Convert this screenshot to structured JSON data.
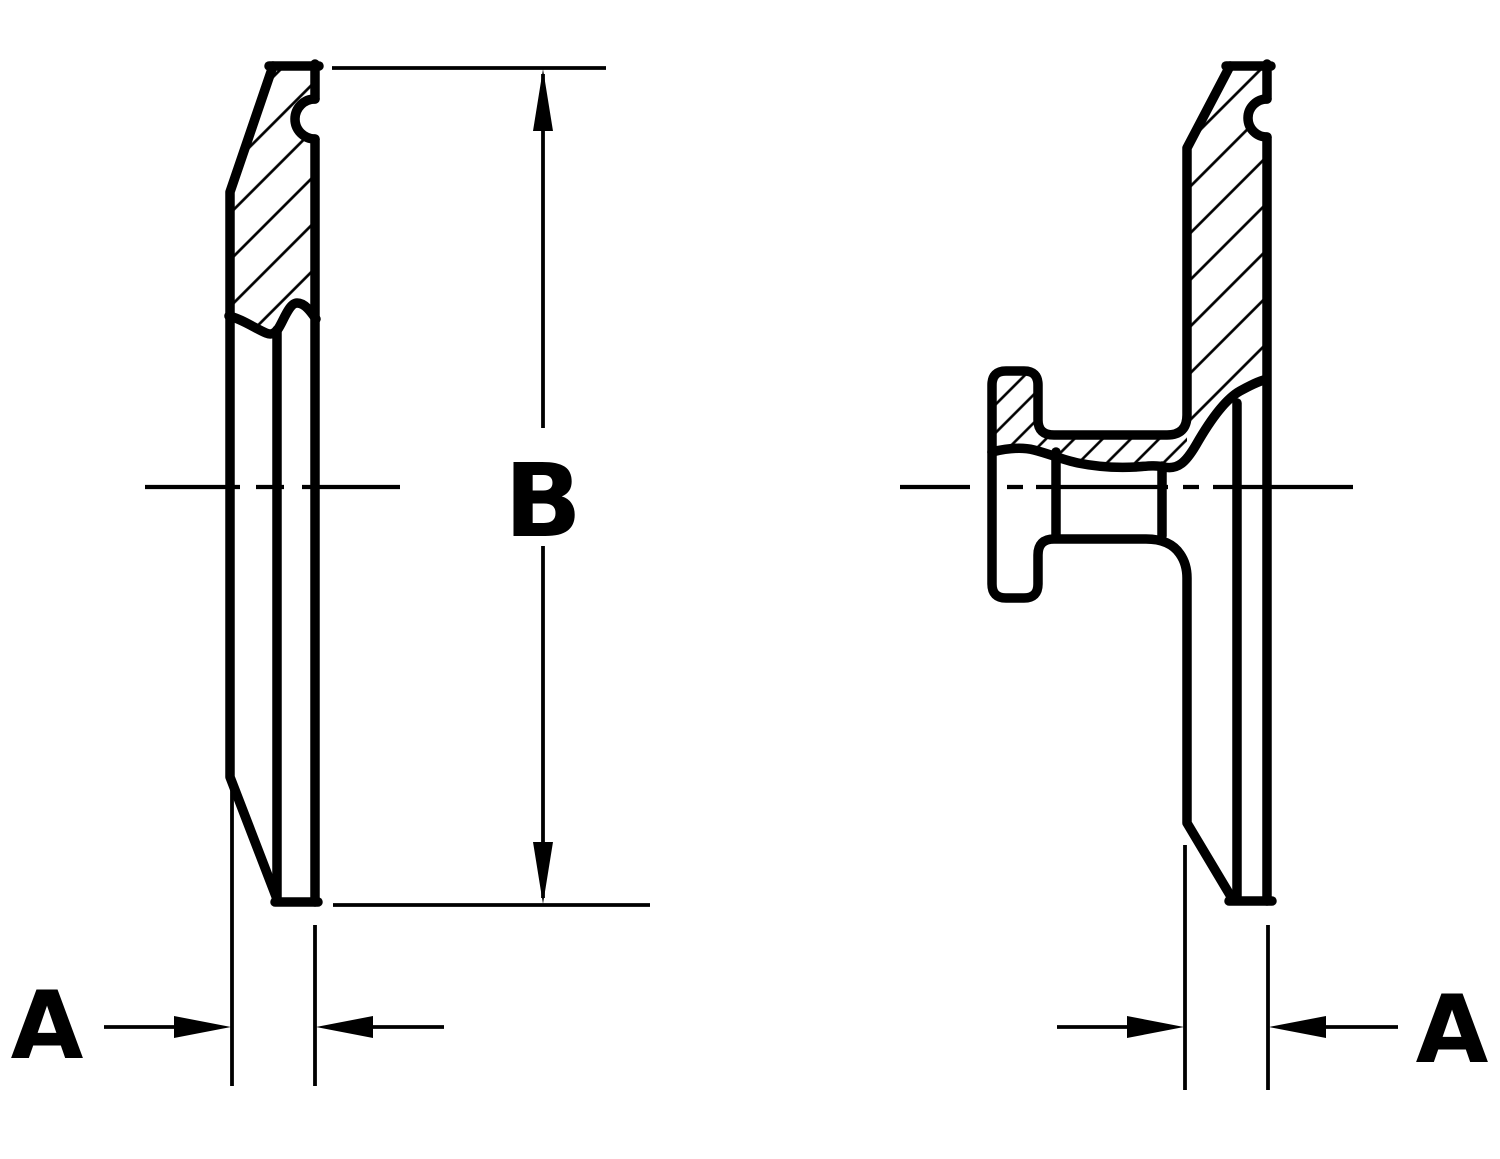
{
  "figure": {
    "background_color": "#ffffff",
    "ink_color": "#000000"
  },
  "dimensions": {
    "b": {
      "label": "B"
    },
    "a_left": {
      "label": "A"
    },
    "a_right": {
      "label": "A"
    }
  }
}
